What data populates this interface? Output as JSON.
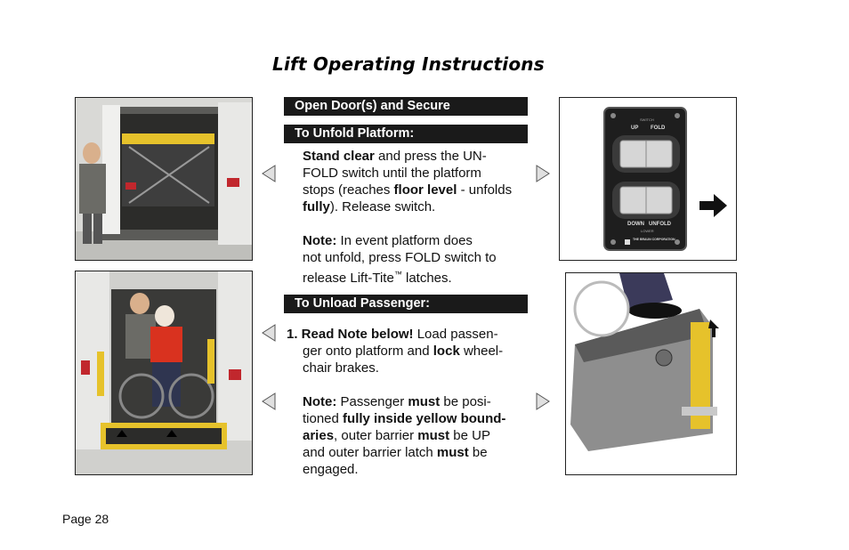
{
  "title": "Lift Operating Instructions",
  "sections": {
    "open_door": "Open Door(s) and Secure",
    "unfold": "To Unfold Platform:",
    "unload": "To Unload Passenger:"
  },
  "unfold_text": {
    "l1a": "Stand clear",
    "l1b": " and press the UN-",
    "l2": "FOLD switch until the platform",
    "l3a": "stops (reaches ",
    "l3b": "floor level",
    "l3c": " - unfolds",
    "l4a": "fully",
    "l4b": ").  Release switch.",
    "note_label": "Note:",
    "n1": "  In event platform does",
    "n2": "not unfold, press FOLD switch to",
    "n3a": "release Lift-Tite",
    "n3tm": "™",
    "n3b": " latches."
  },
  "unload_text": {
    "l1a": "1. Read Note below!",
    "l1b": "  Load passen-",
    "l2a": "ger onto platform and ",
    "l2b": "lock",
    "l2c": " wheel-",
    "l3": "chair brakes.",
    "note_label": "Note:",
    "n1a": "  Passenger ",
    "n1b": "must",
    "n1c": " be posi-",
    "n2a": "tioned ",
    "n2b": "fully inside yellow bound-",
    "n3a": "aries",
    "n3b": ", outer barrier ",
    "n3c": "must",
    "n3d": " be UP",
    "n4a": "and outer barrier latch ",
    "n4b": "must",
    "n4c": " be",
    "n5": "engaged."
  },
  "control_panel": {
    "small_top": "SWITCH",
    "up": "UP",
    "fold": "FOLD",
    "down": "DOWN",
    "unfold": "UNFOLD",
    "small_bottom": "LOWER",
    "brand": "THE BRAUN CORPORATION"
  },
  "page_number": "Page 28"
}
